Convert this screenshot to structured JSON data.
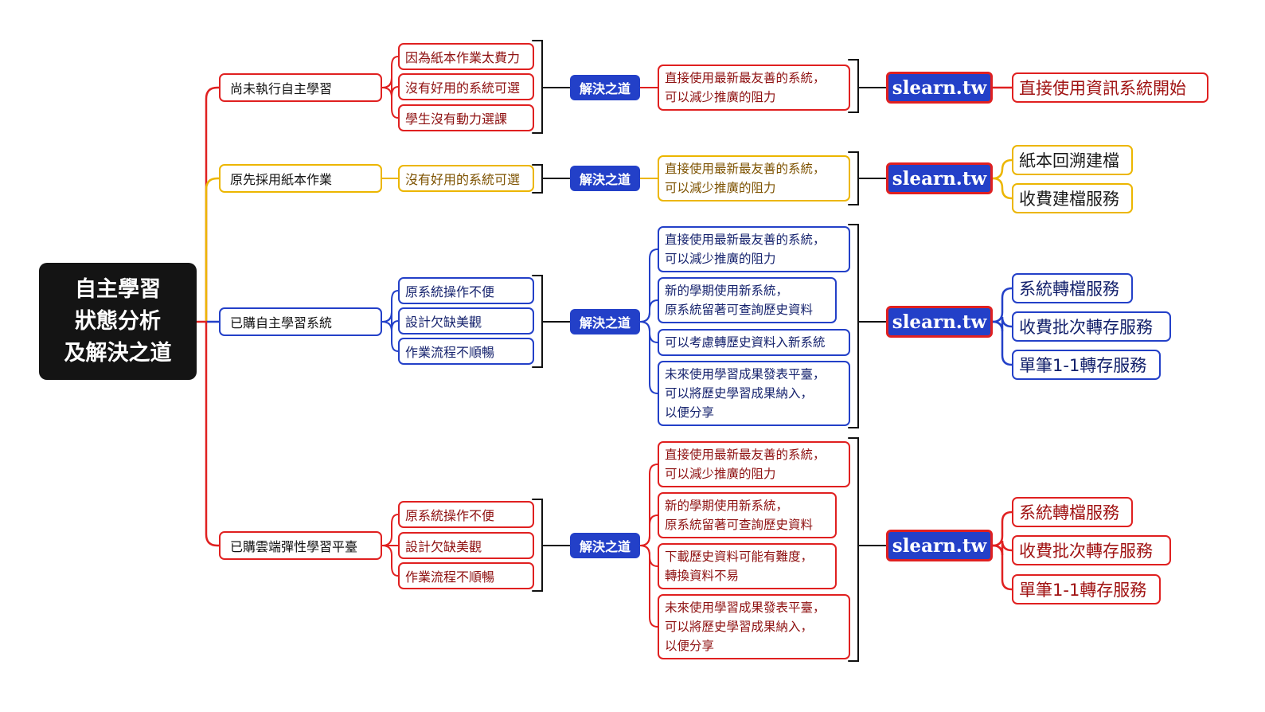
{
  "root": {
    "lines": [
      "自主學習",
      "狀態分析",
      "及解決之道"
    ]
  },
  "colors": {
    "red": "#e02020",
    "gold": "#ecb600",
    "blue": "#2340c8",
    "dark": "#141414"
  },
  "branches": [
    {
      "id": "b1",
      "color": "red",
      "title": "尚未執行自主學習",
      "problems": [
        "因為紙本作業太費力",
        "沒有好用的系統可選",
        "學生沒有動力選課"
      ],
      "solution_label": "解決之道",
      "solutions": [
        "直接使用最新最友善的系統，\n可以減少推廣的阻力"
      ],
      "brand": "slearn.tw",
      "services": [
        "直接使用資訊系統開始"
      ]
    },
    {
      "id": "b2",
      "color": "gold",
      "title": "原先採用紙本作業",
      "problems": [
        "沒有好用的系統可選"
      ],
      "solution_label": "解決之道",
      "solutions": [
        "直接使用最新最友善的系統，\n可以減少推廣的阻力"
      ],
      "brand": "slearn.tw",
      "services": [
        "紙本回溯建檔",
        "收費建檔服務"
      ]
    },
    {
      "id": "b3",
      "color": "blue",
      "title": "已購自主學習系統",
      "problems": [
        "原系統操作不便",
        "設計欠缺美觀",
        "作業流程不順暢"
      ],
      "solution_label": "解決之道",
      "solutions": [
        "直接使用最新最友善的系統，\n可以減少推廣的阻力",
        "新的學期使用新系統，\n原系統留著可查詢歷史資料",
        "可以考慮轉歷史資料入新系統",
        "未來使用學習成果發表平臺，\n可以將歷史學習成果納入，\n以便分享"
      ],
      "brand": "slearn.tw",
      "services": [
        "系統轉檔服務",
        "收費批次轉存服務",
        "單筆1-1轉存服務"
      ]
    },
    {
      "id": "b4",
      "color": "red",
      "title": "已購雲端彈性學習平臺",
      "problems": [
        "原系統操作不便",
        "設計欠缺美觀",
        "作業流程不順暢"
      ],
      "solution_label": "解決之道",
      "solutions": [
        "直接使用最新最友善的系統，\n可以減少推廣的阻力",
        "新的學期使用新系統，\n原系統留著可查詢歷史資料",
        "下載歷史資料可能有難度，\n轉換資料不易",
        "未來使用學習成果發表平臺，\n可以將歷史學習成果納入，\n以便分享"
      ],
      "brand": "slearn.tw",
      "services": [
        "系統轉檔服務",
        "收費批次轉存服務",
        "單筆1-1轉存服務"
      ]
    }
  ]
}
